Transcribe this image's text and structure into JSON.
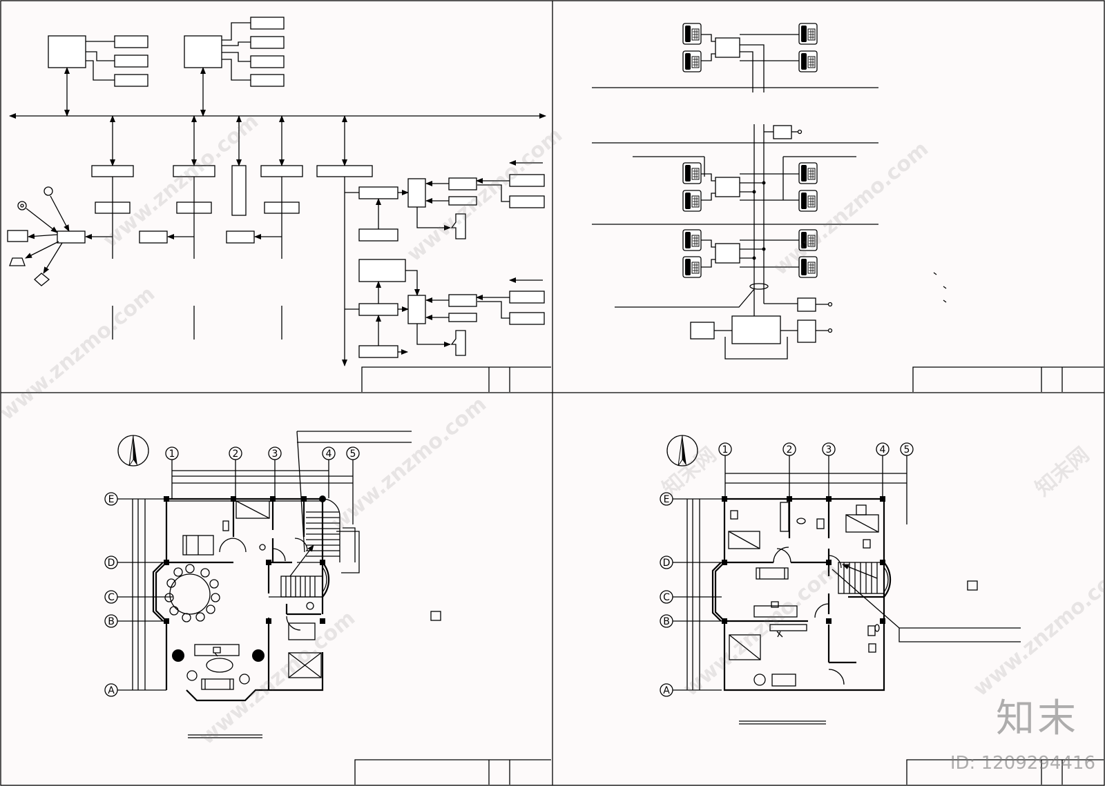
{
  "watermark": {
    "site": "www.znzmo.com",
    "brand_cn": "知末",
    "brand_cn_net": "知末网",
    "id_label": "ID: 1209294416"
  },
  "floorplans": [
    {
      "axes_top": [
        "1",
        "2",
        "3",
        "4",
        "5"
      ],
      "axes_left": [
        "E",
        "D",
        "C",
        "B",
        "A"
      ]
    },
    {
      "axes_top": [
        "1",
        "2",
        "3",
        "4",
        "5"
      ],
      "axes_left": [
        "E",
        "D",
        "C",
        "B",
        "A"
      ]
    }
  ]
}
